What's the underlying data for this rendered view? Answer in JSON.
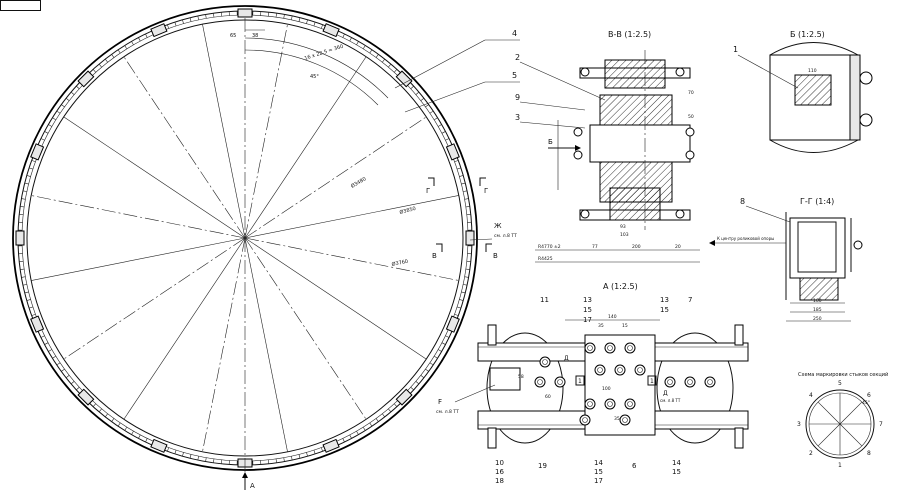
{
  "sheet": {
    "corner_box": ""
  },
  "main_view": {
    "callouts": [
      "4",
      "5"
    ],
    "dims": {
      "d1": "Ø3480",
      "d2": "Ø3850",
      "d3": "Ø3760",
      "arc_note": "16 x 22.5 = 360",
      "angle": "45°",
      "top_small_left": "65",
      "top_small_right": "38"
    },
    "section_marks": {
      "a_bottom": "А",
      "g_left": "Г",
      "g_right": "Г",
      "v_left": "В",
      "v_right": "В"
    },
    "note_zh": "Ж",
    "note_zh_ref": "см. л.8 ТТ",
    "note_f": "F",
    "note_f_ref": "см. л.8 ТТ"
  },
  "section_vv": {
    "title": "В-В (1:2.5)",
    "callouts": [
      "2",
      "9",
      "3"
    ],
    "dims": {
      "b1": "R4770 ±2",
      "b2": "R4425",
      "b3": "77",
      "b4": "200",
      "b5": "20",
      "b6": "103",
      "b7": "93",
      "r1": "70",
      "r2": "50",
      "vb": "Б"
    }
  },
  "view_b": {
    "title": "Б (1:2.5)",
    "callout": "1",
    "dim": "110"
  },
  "section_gg": {
    "title": "Г-Г (1:4)",
    "callout": "8",
    "note": "К центру роликовой опоры",
    "dims": {
      "w1": "160",
      "w2": "185",
      "w3": "250"
    }
  },
  "view_a": {
    "title": "А (1:2.5)",
    "callouts_top": [
      "11",
      "13",
      "15",
      "17",
      "13",
      "15",
      "7"
    ],
    "callouts_bottom": [
      "10",
      "16",
      "18",
      "19",
      "14",
      "15",
      "17",
      "6",
      "14",
      "15"
    ],
    "dims": {
      "d1": "140",
      "d2": "35",
      "d3": "15",
      "d4": "60",
      "d5": "100",
      "d6": "35",
      "d7": "58"
    },
    "boxes": [
      "1",
      "1"
    ],
    "marks_d": [
      "Д",
      "Д"
    ],
    "mark_d_ref": "см. л.8 ТТ"
  },
  "scheme": {
    "title": "Схема маркировки стыков секций",
    "labels": [
      "5",
      "6",
      "7",
      "8",
      "1",
      "2",
      "3",
      "4"
    ],
    "angle": "45°"
  }
}
